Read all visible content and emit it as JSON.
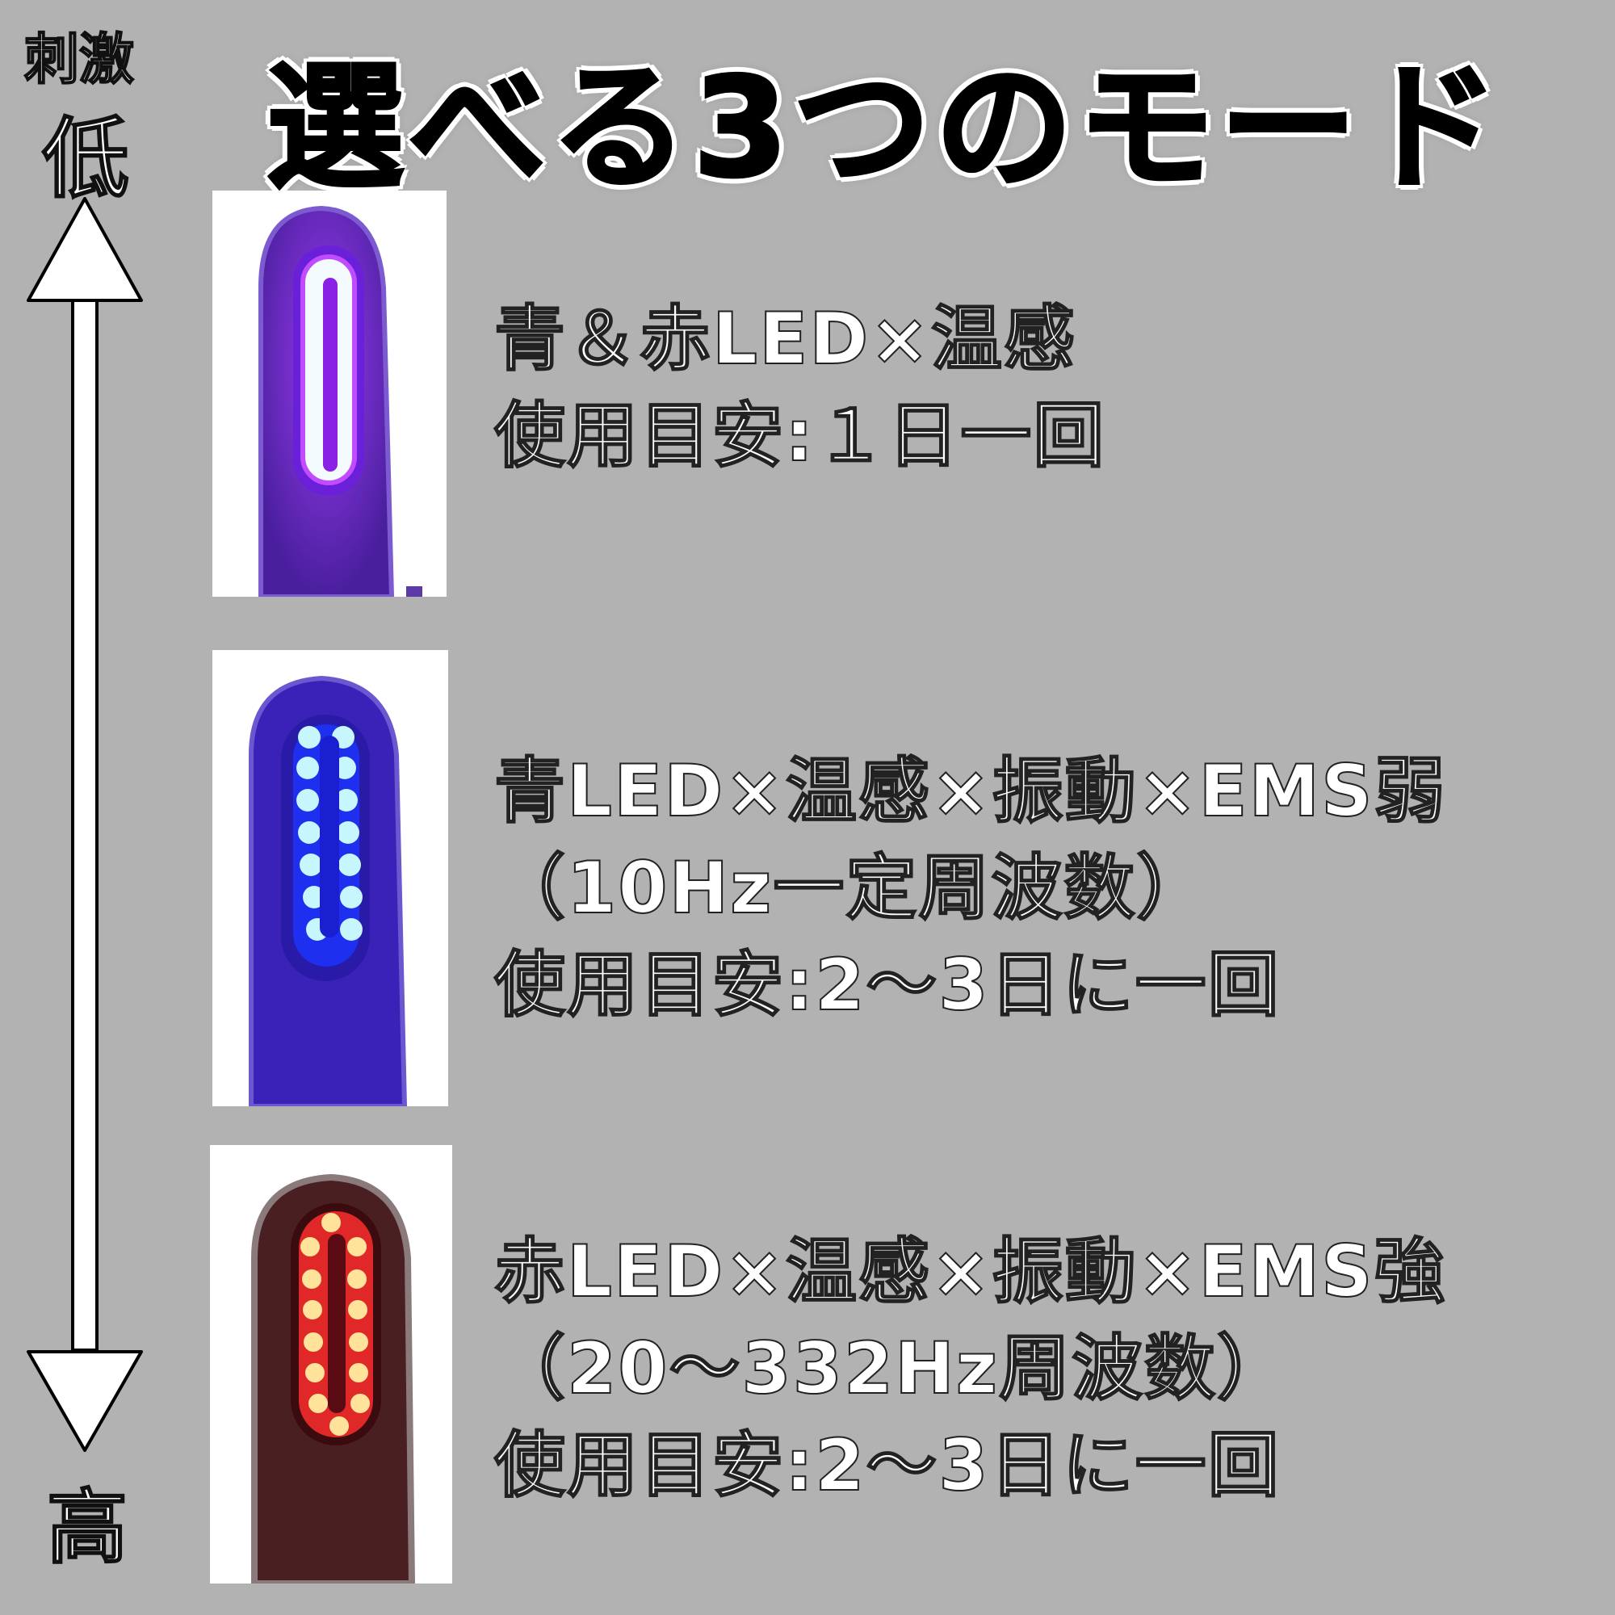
{
  "title": "選べる3つのモード",
  "axis": {
    "label": "刺激",
    "low": "低",
    "high": "高",
    "arrow_up_icon": "arrow-up-icon",
    "arrow_down_icon": "arrow-down-icon"
  },
  "colors": {
    "background": "#b2b2b2",
    "mode1_led": "#8a2be2",
    "mode2_led": "#3fa9f5",
    "mode3_led": "#ff3b2f"
  },
  "modes": [
    {
      "line1": "青＆赤LED×温感",
      "line2": "使用目安:１日一回",
      "image": "purple-led-device"
    },
    {
      "line1": "青LED×温感×振動×EMS弱",
      "line2": "（10Hz一定周波数）",
      "line3": "使用目安:2～3日に一回",
      "image": "blue-led-device"
    },
    {
      "line1": "赤LED×温感×振動×EMS強",
      "line2": "（20～332Hz周波数）",
      "line3": "使用目安:2～3日に一回",
      "image": "red-led-device"
    }
  ]
}
